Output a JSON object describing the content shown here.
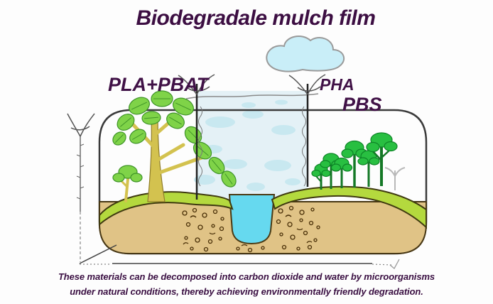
{
  "title": "Biodegradale mulch film",
  "diagram": {
    "material_labels": {
      "left": "PLA+PBAT",
      "right_upper": "PHA",
      "right_lower": "PBS"
    },
    "caption": {
      "line1": "These materials can be decomposed into carbon dioxide and water by microorganisms",
      "line2": "under natural conditions, thereby achieving environmentally friendly degradation."
    },
    "icons": [
      "cloud-icon",
      "rain-water-film-icon",
      "irrigation-pole-icon",
      "large-tree-icon",
      "sapling-icon",
      "shrub-row-icon",
      "gray-sprout-icon",
      "soil-pit-water-icon",
      "soil-particles",
      "measure-line"
    ],
    "colors": {
      "title_text": "#3c0e42",
      "label_text": "#401146",
      "caption_text": "#3a0f42",
      "cloud_fill": "#c9eef8",
      "water_film": "#e4f1f6",
      "water_bubble": "#c8e8f0",
      "pit_water": "#66d9ef",
      "grass": "#b4d93e",
      "leaf_left_tree": "#7fd348",
      "trunk_left_tree": "#d3c24f",
      "shrub_green": "#28bf41",
      "soil": "#e0c386",
      "soil_particle": "#4a3008",
      "outline": "#3a3a3a"
    }
  }
}
